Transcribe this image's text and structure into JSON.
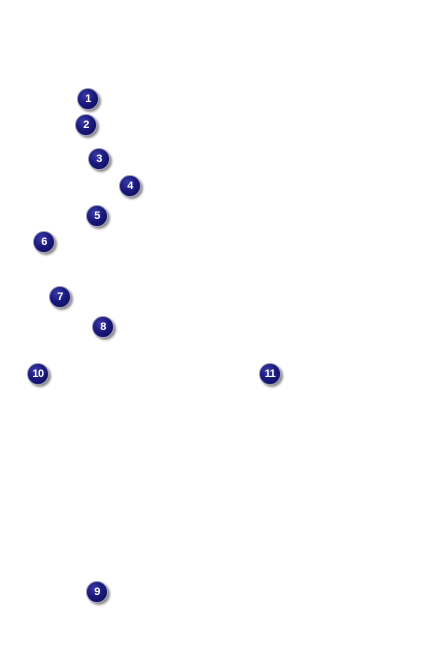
{
  "markers": {
    "m1": "1",
    "m2": "2",
    "m3": "3",
    "m4": "4",
    "m5": "5",
    "m6": "6",
    "m7": "7",
    "m8": "8",
    "m9": "9",
    "m10": "10",
    "m11": "11"
  },
  "colors": {
    "background": "#ffffff",
    "marker_fill": "#1a1a7e",
    "marker_text": "#ffffff"
  }
}
